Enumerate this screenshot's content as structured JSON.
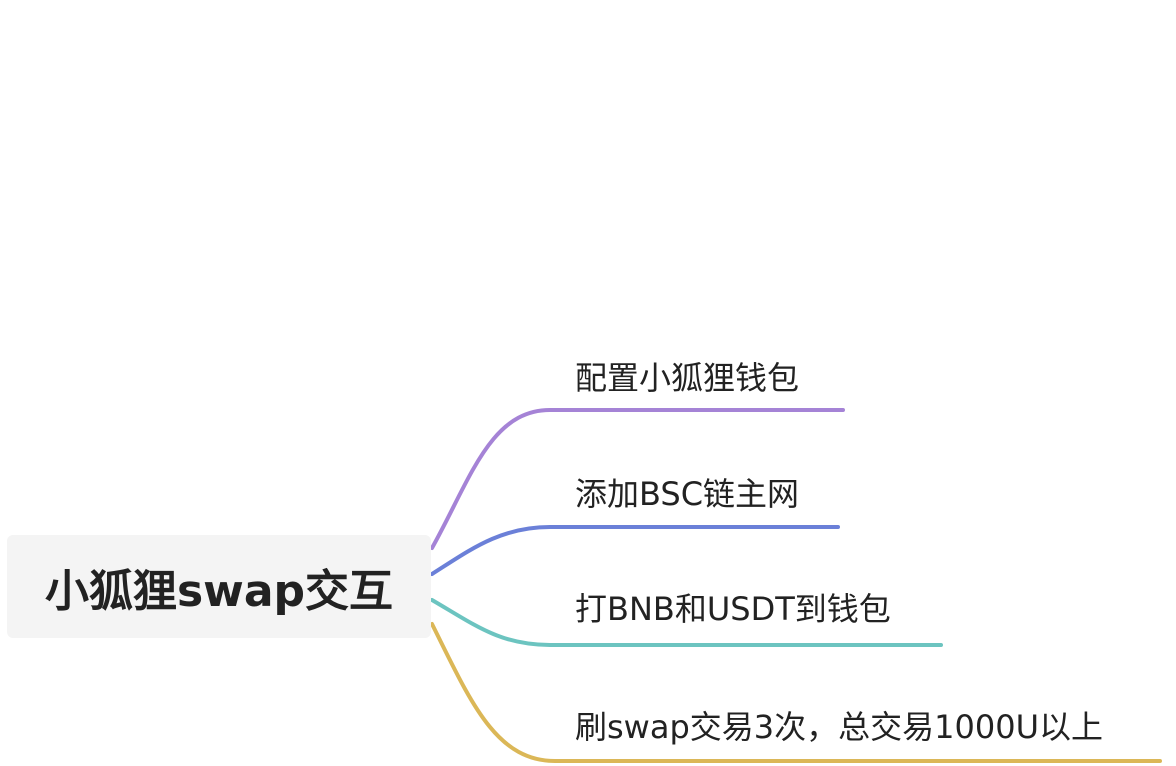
{
  "root": {
    "label": "小狐狸swap交互"
  },
  "branches": [
    {
      "label": "配置小狐狸钱包",
      "color": "#a583d6"
    },
    {
      "label": "添加BSC链主网",
      "color": "#6b80d8"
    },
    {
      "label": "打BNB和USDT到钱包",
      "color": "#6cc4c0"
    },
    {
      "label": "刷swap交易3次，总交易1000U以上",
      "color": "#dbb757"
    }
  ]
}
